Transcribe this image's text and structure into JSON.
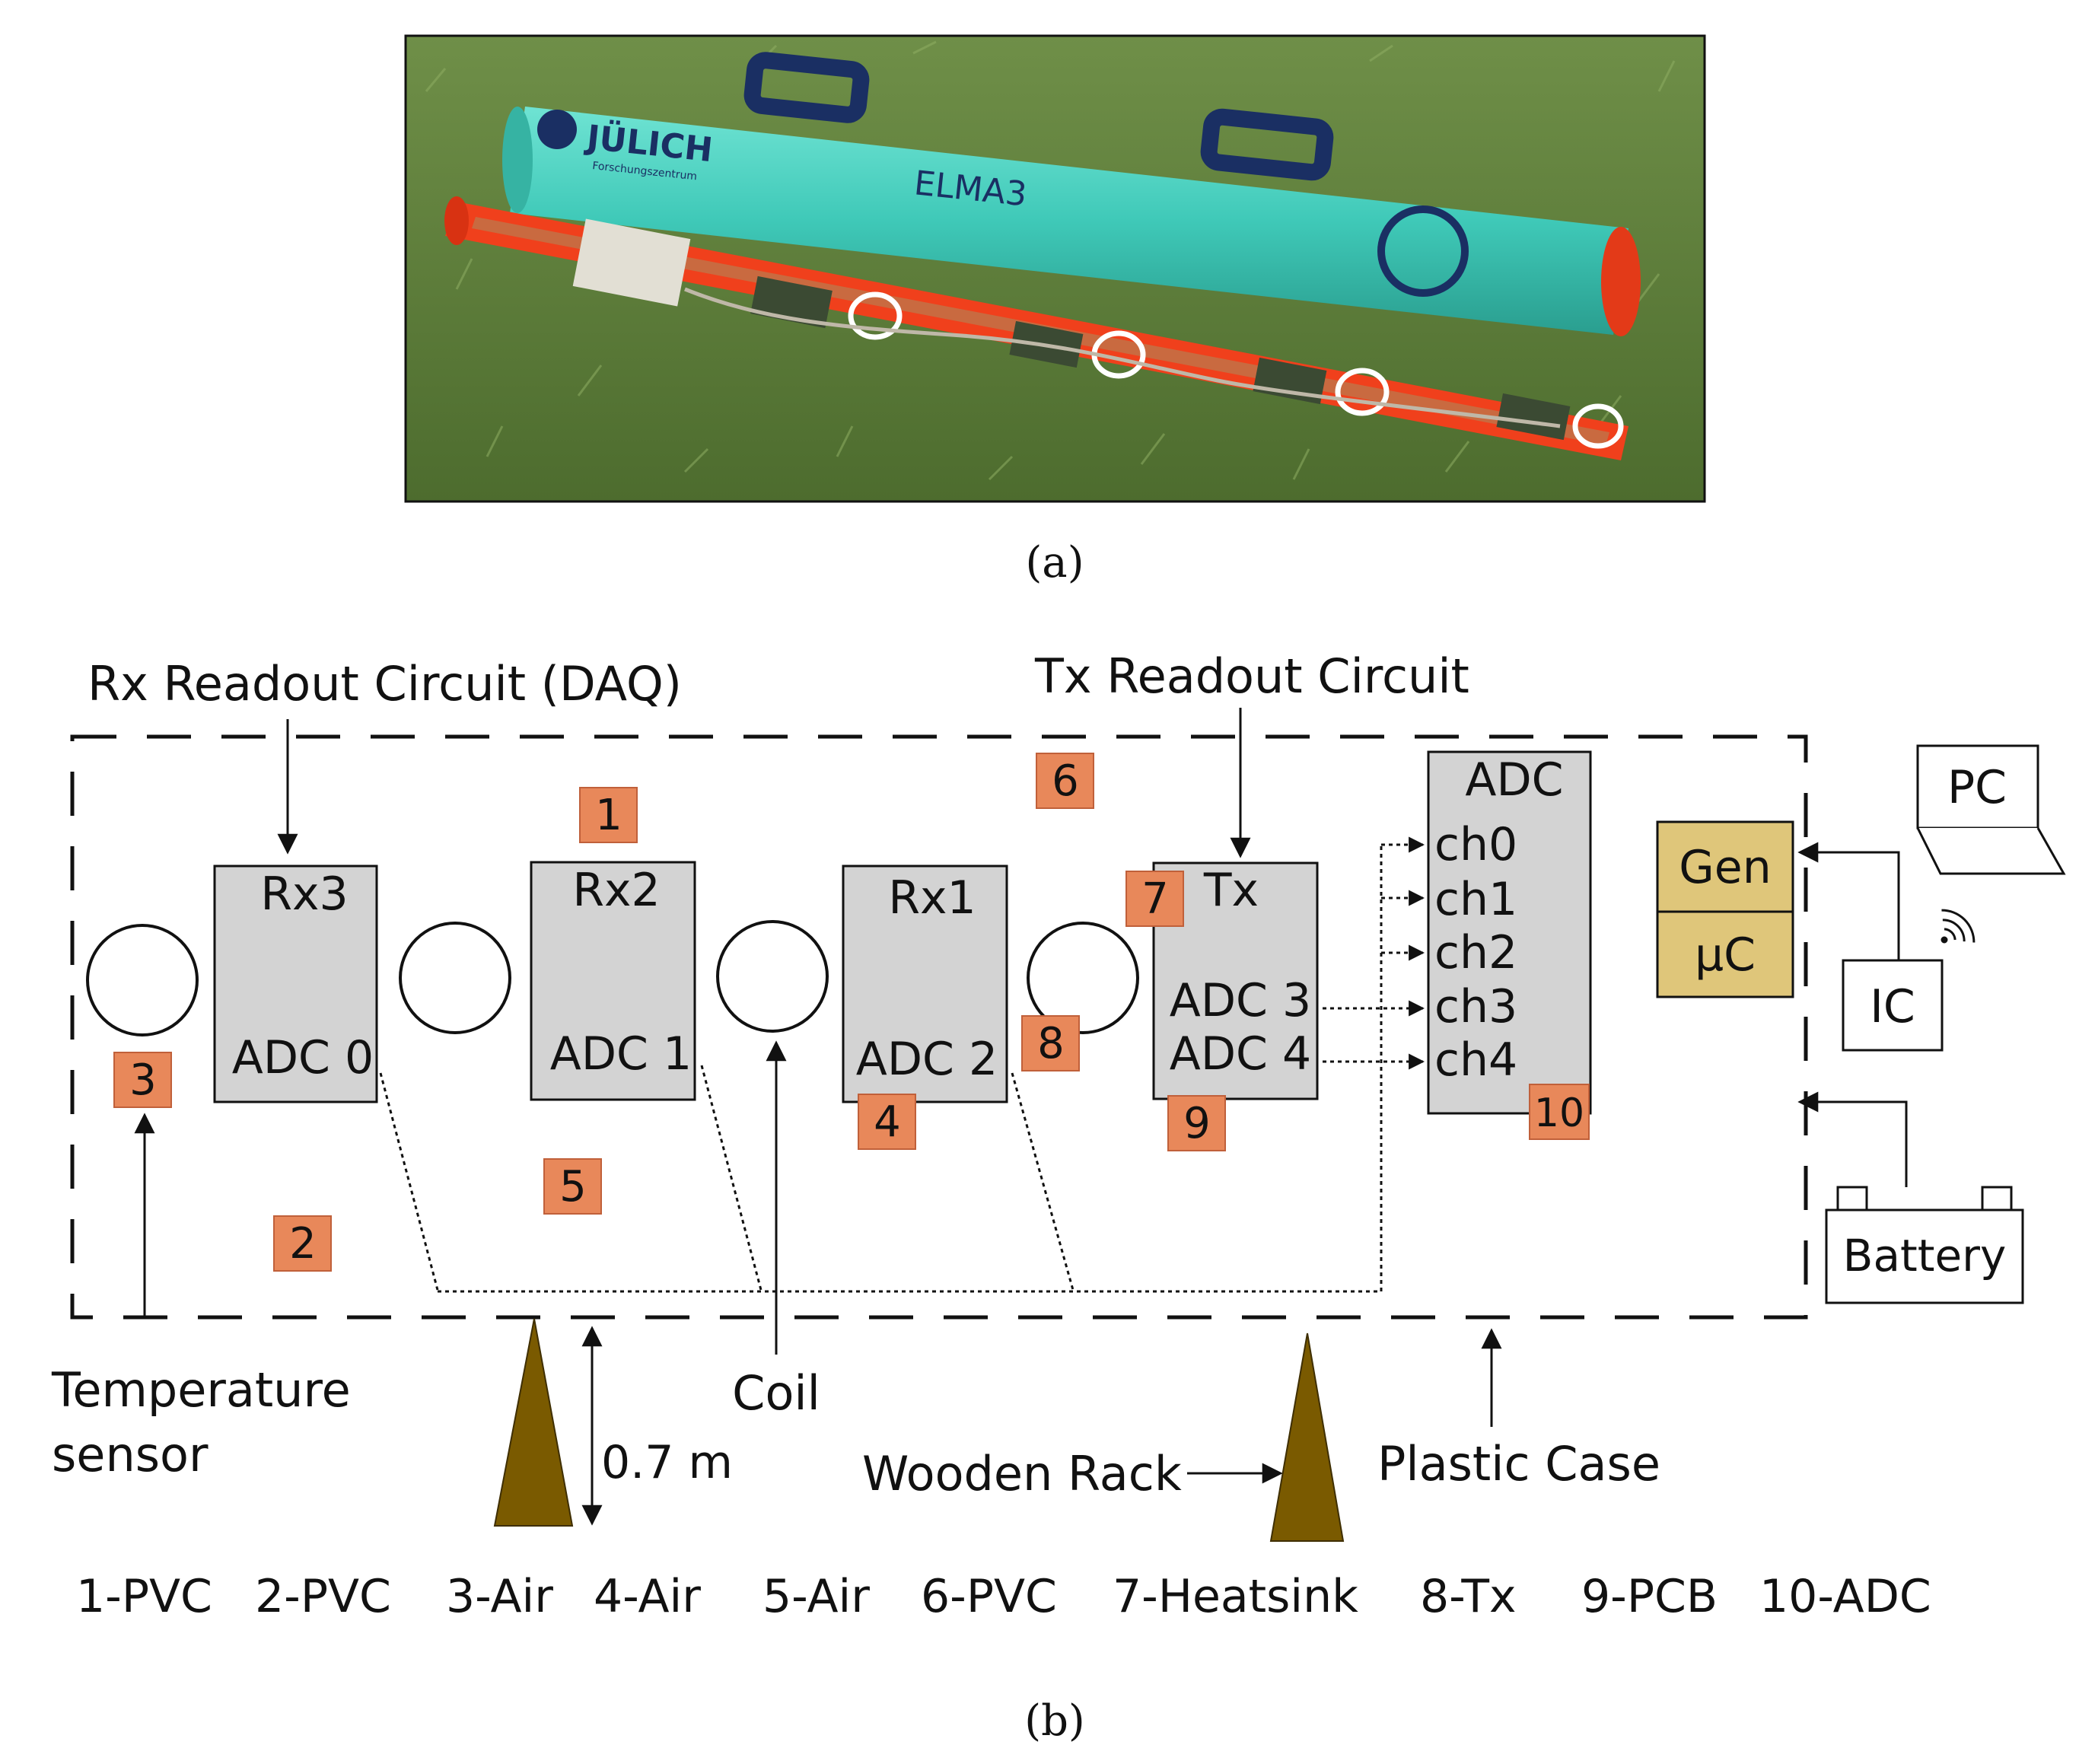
{
  "photo": {
    "brand_text": "JÜLICH",
    "brand_subtext": "Forschungszentrum",
    "device_label": "ELMA3"
  },
  "captions": {
    "a": "(a)",
    "b": "(b)"
  },
  "diagram": {
    "rx_circuit_label": "Rx Readout Circuit (DAQ)",
    "tx_circuit_label": "Tx Readout Circuit",
    "boards": {
      "rx3": {
        "name": "Rx3",
        "adc": "ADC 0"
      },
      "rx2": {
        "name": "Rx2",
        "adc": "ADC 1"
      },
      "rx1": {
        "name": "Rx1",
        "adc": "ADC 2"
      },
      "tx": {
        "name": "Tx",
        "adc_a": "ADC 3",
        "adc_b": "ADC 4"
      }
    },
    "adc_box": {
      "title": "ADC",
      "channels": [
        "ch0",
        "ch1",
        "ch2",
        "ch3",
        "ch4"
      ]
    },
    "badges": [
      "1",
      "2",
      "3",
      "4",
      "5",
      "6",
      "7",
      "8",
      "9",
      "10"
    ],
    "gen_label": "Gen",
    "uc_label": "µC",
    "pc_label": "PC",
    "ic_label": "IC",
    "battery_label": "Battery",
    "temperature_label_1": "Temperature",
    "temperature_label_2": "sensor",
    "coil_label": "Coil",
    "distance_label": "0.7 m",
    "wooden_rack_label": "Wooden Rack",
    "plastic_case_label": "Plastic Case",
    "legend": [
      "1-PVC",
      "2-PVC",
      "3-Air",
      "4-Air",
      "5-Air",
      "6-PVC",
      "7-Heatsink",
      "8-Tx",
      "9-PCB",
      "10-ADC"
    ]
  },
  "colors": {
    "badge": "#E8885A",
    "board": "#D3D3D3",
    "gen": "#DFC67A",
    "rack": "#7A5A00",
    "tube": "#3FC9B8",
    "case": "#F0401C",
    "grass": "#5E7E3A"
  }
}
